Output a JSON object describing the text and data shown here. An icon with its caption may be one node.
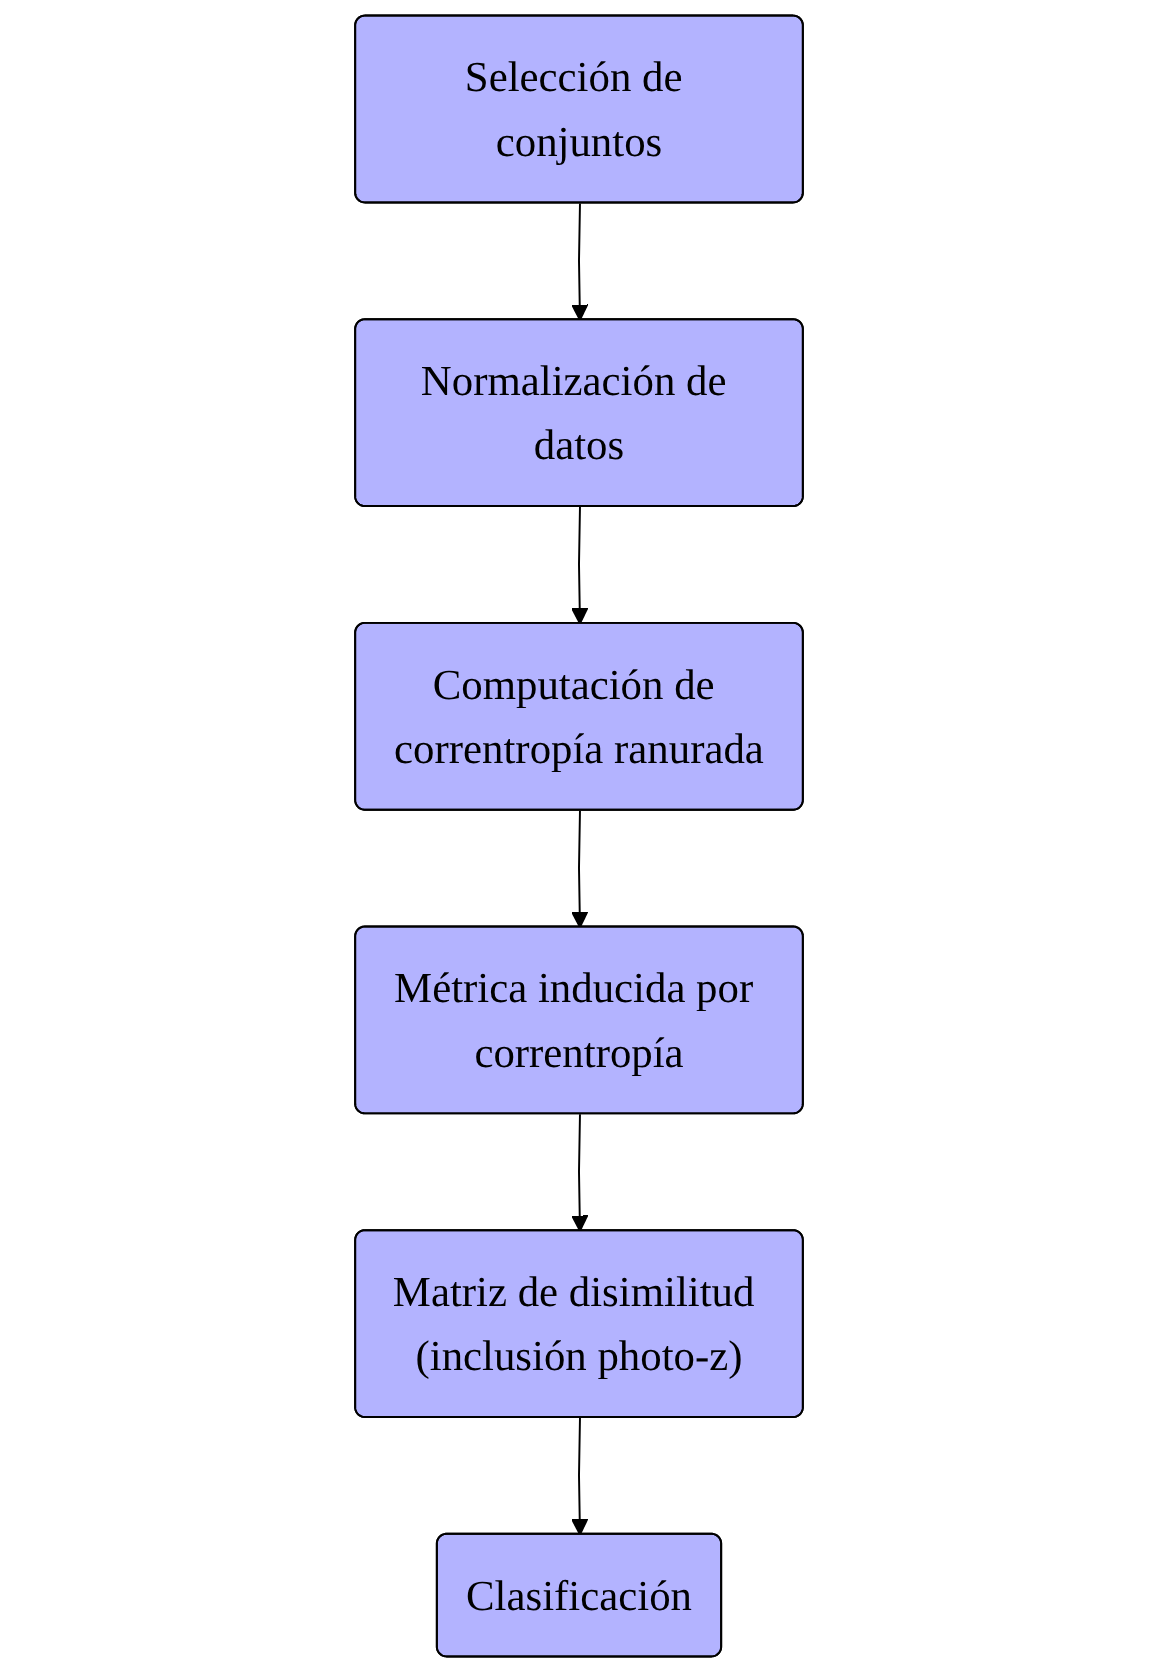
{
  "diagram": {
    "nodes": [
      {
        "text": [
          "Selección de conjuntos"
        ]
      },
      {
        "text": [
          "Normalización de datos"
        ]
      },
      {
        "text": [
          "Computación de correntropía ranurada"
        ]
      },
      {
        "text": [
          "Métrica inducida por correntropía"
        ]
      },
      {
        "text": [
          "Matriz de disimilitud (inclusión photo-z)"
        ]
      },
      {
        "text": [
          "Clasificación"
        ]
      }
    ],
    "edges": [
      {
        "from": 0,
        "to": 1,
        "arrow": "to"
      },
      {
        "from": 1,
        "to": 2,
        "arrow": "to"
      },
      {
        "from": 2,
        "to": 3,
        "arrow": "to"
      },
      {
        "from": 3,
        "to": 4,
        "arrow": "to"
      },
      {
        "from": 4,
        "to": 5,
        "arrow": "to"
      }
    ]
  }
}
